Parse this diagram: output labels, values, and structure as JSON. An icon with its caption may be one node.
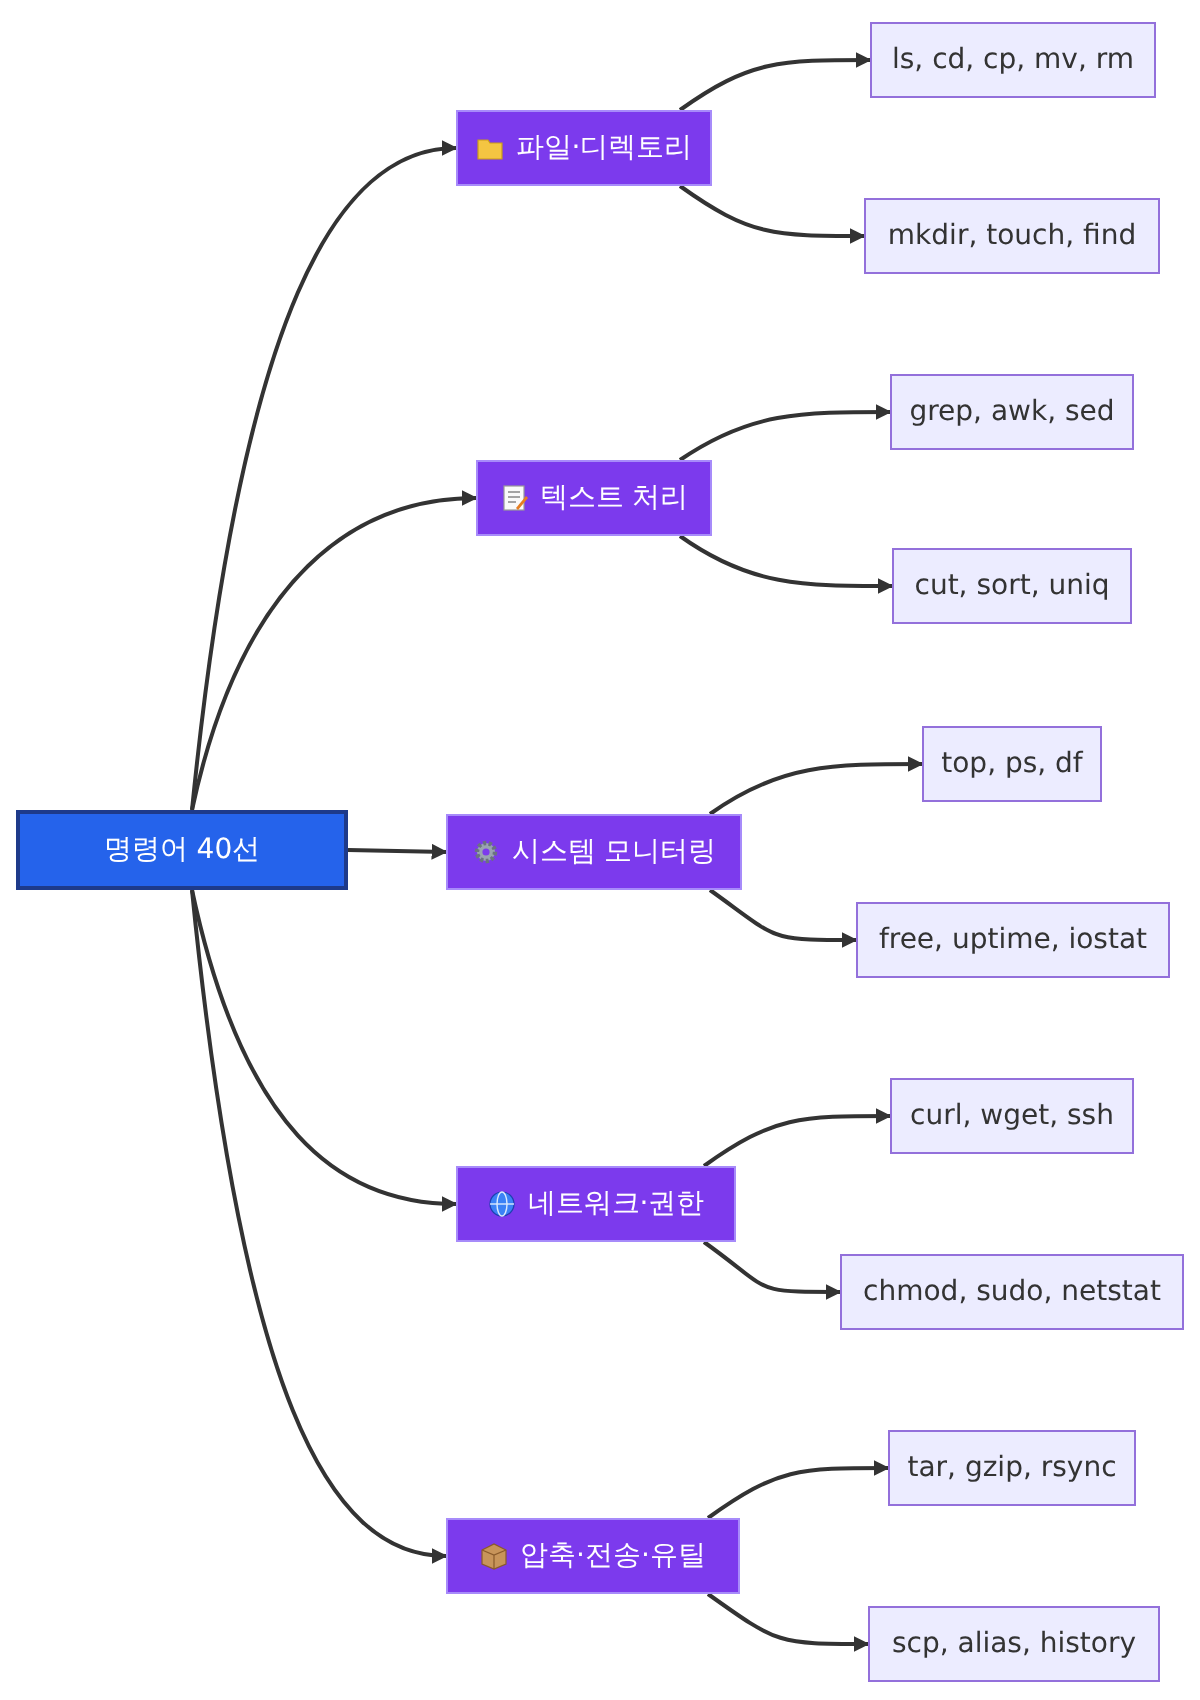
{
  "diagram": {
    "nodes": [
      {
        "text": [
          "명령어 40선"
        ]
      },
      {
        "text": [
          "파일·디렉토리"
        ]
      },
      {
        "text": [
          "ls, cd, cp, mv, rm"
        ]
      },
      {
        "text": [
          "mkdir, touch, find"
        ]
      },
      {
        "text": [
          "텍스트 처리"
        ]
      },
      {
        "text": [
          "grep, awk, sed"
        ]
      },
      {
        "text": [
          "cut, sort, uniq"
        ]
      },
      {
        "text": [
          "시스템 모니터링"
        ]
      },
      {
        "text": [
          "top, ps, df"
        ]
      },
      {
        "text": [
          "free, uptime, iostat"
        ]
      },
      {
        "text": [
          "네트워크·권한"
        ]
      },
      {
        "text": [
          "curl, wget, ssh"
        ]
      },
      {
        "text": [
          "chmod, sudo, netstat"
        ]
      },
      {
        "text": [
          "압축·전송·유틸"
        ]
      },
      {
        "text": [
          "tar, gzip, rsync"
        ]
      },
      {
        "text": [
          "scp, alias, history"
        ]
      }
    ],
    "edges": [
      {
        "from": 0,
        "to": 1,
        "arrow": "to"
      },
      {
        "from": 0,
        "to": 4,
        "arrow": "to"
      },
      {
        "from": 0,
        "to": 7,
        "arrow": "to"
      },
      {
        "from": 0,
        "to": 10,
        "arrow": "to"
      },
      {
        "from": 0,
        "to": 13,
        "arrow": "to"
      },
      {
        "from": 1,
        "to": 2,
        "arrow": "to"
      },
      {
        "from": 1,
        "to": 3,
        "arrow": "to"
      },
      {
        "from": 4,
        "to": 5,
        "arrow": "to"
      },
      {
        "from": 4,
        "to": 6,
        "arrow": "to"
      },
      {
        "from": 7,
        "to": 8,
        "arrow": "to"
      },
      {
        "from": 7,
        "to": 9,
        "arrow": "to"
      },
      {
        "from": 10,
        "to": 11,
        "arrow": "to"
      },
      {
        "from": 10,
        "to": 12,
        "arrow": "to"
      },
      {
        "from": 13,
        "to": 14,
        "arrow": "to"
      },
      {
        "from": 13,
        "to": 15,
        "arrow": "to"
      }
    ]
  }
}
